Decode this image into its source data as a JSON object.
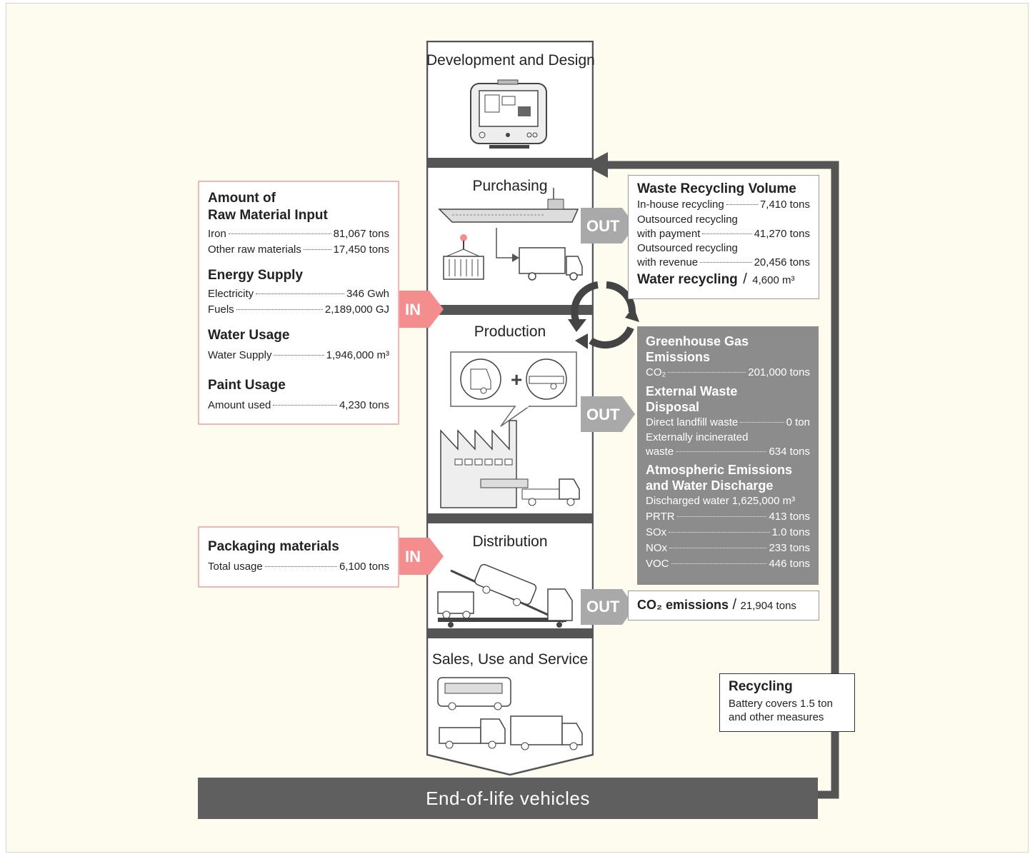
{
  "stages": {
    "development": "Development and Design",
    "purchasing": "Purchasing",
    "production": "Production",
    "distribution": "Distribution",
    "sales": "Sales, Use and Service"
  },
  "end_of_life": "End-of-life vehicles",
  "tags": {
    "in": "IN",
    "out": "OUT"
  },
  "inputs": {
    "raw": {
      "title_line1": "Amount of",
      "title_line2": "Raw Material Input",
      "iron_label": "Iron",
      "iron_value": "81,067 tons",
      "other_label": "Other raw materials",
      "other_value": "17,450 tons"
    },
    "energy": {
      "title": "Energy Supply",
      "electricity_label": "Electricity",
      "electricity_value": "346 Gwh",
      "fuels_label": "Fuels",
      "fuels_value": "2,189,000 GJ"
    },
    "water": {
      "title": "Water Usage",
      "supply_label": "Water Supply",
      "supply_value": "1,946,000 m³"
    },
    "paint": {
      "title": "Paint Usage",
      "used_label": "Amount used",
      "used_value": "4,230 tons"
    },
    "packaging": {
      "title": "Packaging materials",
      "usage_label": "Total usage",
      "usage_value": "6,100 tons"
    }
  },
  "outputs": {
    "waste_recycling": {
      "title": "Waste Recycling Volume",
      "inhouse_label": "In-house recycling",
      "inhouse_value": "7,410 tons",
      "payment_line1": "Outsourced recycling",
      "payment_label": "with payment",
      "payment_value": "41,270 tons",
      "revenue_line1": "Outsourced recycling",
      "revenue_label": "with revenue",
      "revenue_value": "20,456 tons",
      "water_label": "Water recycling",
      "water_sep": "/",
      "water_value": "4,600 m³"
    },
    "production": {
      "ghg_line1": "Greenhouse Gas",
      "ghg_line2": "Emissions",
      "co2_label": "CO₂",
      "co2_value": "201,000 tons",
      "ext_line1": "External Waste",
      "ext_line2": "Disposal",
      "landfill_label": "Direct landfill waste",
      "landfill_value": "0 ton",
      "incin_line1": "Externally incinerated",
      "incin_label": "waste",
      "incin_value": "634 tons",
      "atm_line1": "Atmospheric Emissions",
      "atm_line2": "and Water Discharge",
      "discharged_label": "Discharged water",
      "discharged_value": "1,625,000 m³",
      "prtr_label": "PRTR",
      "prtr_value": "413 tons",
      "sox_label": "SOx",
      "sox_value": "1.0 tons",
      "nox_label": "NOx",
      "nox_value": "233 tons",
      "voc_label": "VOC",
      "voc_value": "446 tons"
    },
    "distribution": {
      "co2_label": "CO₂ emissions",
      "co2_sep": "/",
      "co2_value": "21,904 tons"
    }
  },
  "recycling": {
    "title": "Recycling",
    "line1": "Battery covers 1.5 ton",
    "line2": "and other measures"
  },
  "colors": {
    "frame": "#555555",
    "in_tag": "#f48e8e",
    "in_border": "#f3b6b6",
    "out_tag": "#a9a9a9",
    "out_grey_panel": "#8c8c8c",
    "end_of_life_bar": "#5f5f5f",
    "background": "#fdfcee"
  },
  "icons": [
    "monitor-icon",
    "ship-icon",
    "container-icon",
    "truck-icon",
    "factory-icon",
    "car-carrier-icon",
    "bus-icon",
    "recycle-arrows-icon"
  ]
}
